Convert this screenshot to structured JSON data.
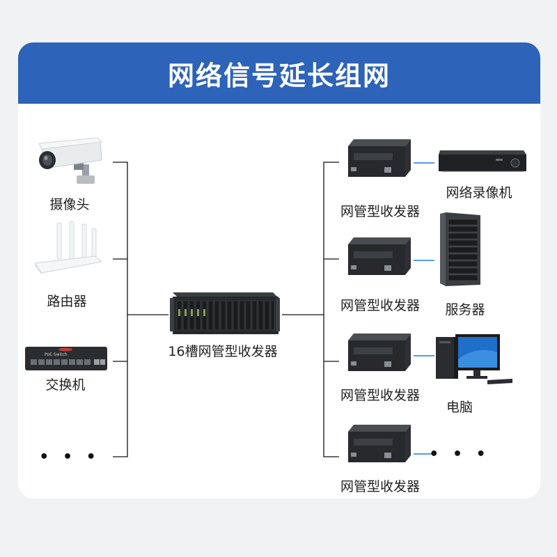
{
  "title": "网络信号延长组网",
  "colors": {
    "banner": "#2d63b8",
    "link_blue": "#1e7bd8",
    "line_black": "#111111"
  },
  "left_devices": [
    {
      "label": "摄像头",
      "icon": "camera-icon"
    },
    {
      "label": "路由器",
      "icon": "router-icon"
    },
    {
      "label": "交换机",
      "icon": "switch-icon",
      "panel_text": "PoE Switch"
    },
    {
      "label": "• • •"
    }
  ],
  "center": {
    "label": "16槽网管型收发器",
    "icon": "chassis-16-slot-icon"
  },
  "transceivers": [
    {
      "label": "网管型收发器"
    },
    {
      "label": "网管型收发器"
    },
    {
      "label": "网管型收发器"
    },
    {
      "label": "网管型收发器"
    }
  ],
  "right_devices": [
    {
      "label": "网络录像机",
      "icon": "nvr-icon"
    },
    {
      "label": "服务器",
      "icon": "server-rack-icon"
    },
    {
      "label": "电脑",
      "icon": "desktop-pc-icon"
    },
    {
      "label": "• • •"
    }
  ]
}
